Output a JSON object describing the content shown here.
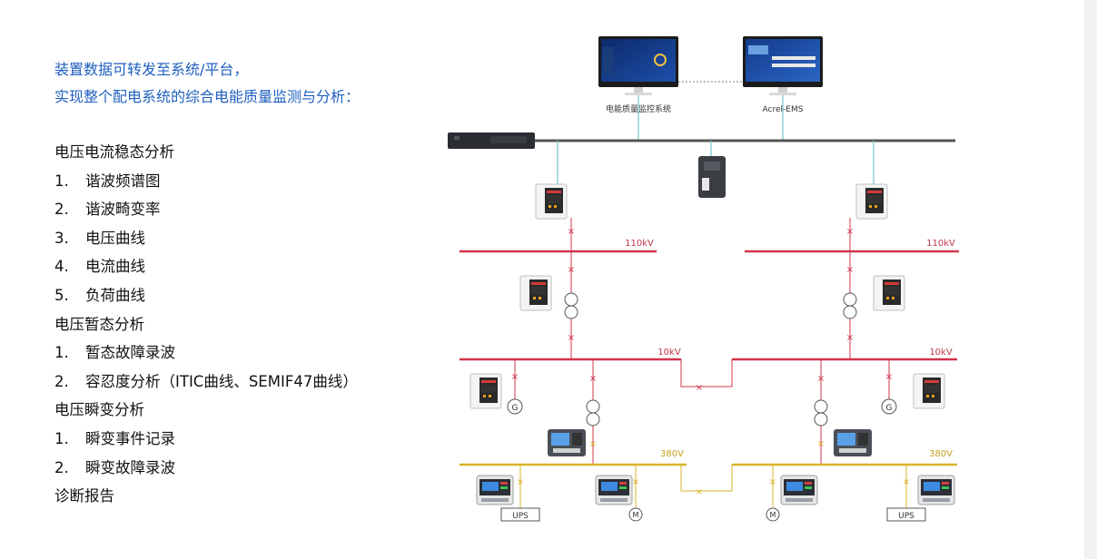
{
  "intro": {
    "line1": "装置数据可转发至系统/平台，",
    "line2": "实现整个配电系统的综合电能质量监测与分析："
  },
  "sections": [
    {
      "title": "电压电流稳态分析",
      "items": [
        {
          "num": "1.",
          "text": "谐波频谱图"
        },
        {
          "num": "2.",
          "text": "谐波畸变率"
        },
        {
          "num": "3.",
          "text": "电压曲线"
        },
        {
          "num": "4.",
          "text": "电流曲线"
        },
        {
          "num": "5.",
          "text": "负荷曲线"
        }
      ]
    },
    {
      "title": "电压暂态分析",
      "items": [
        {
          "num": "1.",
          "text": "暂态故障录波"
        },
        {
          "num": "2.",
          "text": "容忍度分析（ITIC曲线、SEMIF47曲线）"
        }
      ]
    },
    {
      "title": "电压瞬变分析",
      "items": [
        {
          "num": "1.",
          "text": "瞬变事件记录"
        },
        {
          "num": "2.",
          "text": "瞬变故障录波"
        }
      ]
    },
    {
      "title": "诊断报告",
      "items": []
    }
  ],
  "diagram": {
    "monitor_left_label": "电能质量监控系统",
    "monitor_right_label": "Acrel-EMS",
    "bus_110kv": "110kV",
    "bus_10kv": "10kV",
    "bus_380v": "380V",
    "gen_symbol": "G",
    "motor_symbol": "M",
    "ups_label": "UPS",
    "colors": {
      "network_bus": "#555555",
      "hv_bus": "#d0344a",
      "lv_bus": "#d8b32a",
      "comm_line": "#6fc3cf",
      "label_red": "#c0394b",
      "label_gold": "#c8a020",
      "breaker": "#d0344a"
    }
  }
}
